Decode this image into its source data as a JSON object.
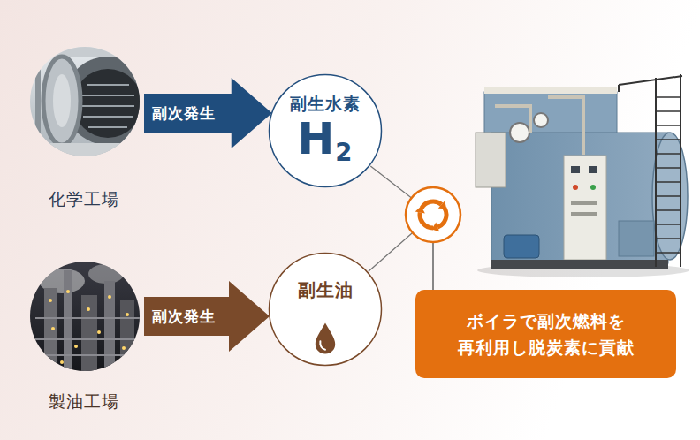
{
  "diagram": {
    "nodes": [
      {
        "text": [
          "化学工場"
        ]
      },
      {
        "text": [
          "副生水素",
          "H2"
        ]
      },
      {
        "text": [
          "製油工場"
        ]
      },
      {
        "text": [
          "副生油"
        ]
      },
      {
        "text": [
          "ボイラで副次燃料を 再利用し脱炭素に貢献"
        ]
      }
    ],
    "edges": [
      {
        "from": 0,
        "to": 1,
        "label": "副次発生",
        "arrow": "to"
      },
      {
        "from": 2,
        "to": 3,
        "label": "副次発生",
        "arrow": "to"
      },
      {
        "from": 1,
        "to": 4,
        "arrow": "none"
      },
      {
        "from": 3,
        "to": 4,
        "arrow": "none"
      }
    ]
  }
}
